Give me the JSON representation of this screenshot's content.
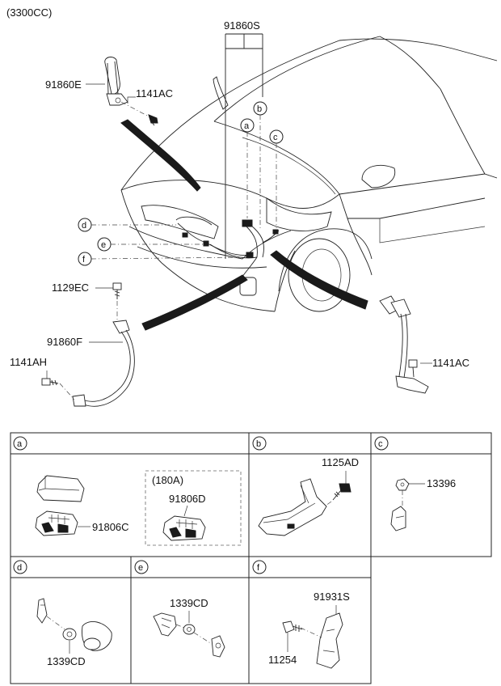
{
  "header": {
    "engine_label": "(3300CC)"
  },
  "callouts": {
    "harness_main": "91860S",
    "cable_top": "91860E",
    "bolt_top": "1141AC",
    "bolt_left": "1129EC",
    "cable_left": "91860F",
    "bolt_left_lower": "1141AH",
    "bolt_right": "1141AC"
  },
  "letters": [
    "a",
    "b",
    "c",
    "d",
    "e",
    "f"
  ],
  "panels": {
    "a": {
      "letter": "a",
      "part_main": "91806C",
      "option_label": "(180A)",
      "option_part": "91806D"
    },
    "b": {
      "letter": "b",
      "part": "1125AD"
    },
    "c": {
      "letter": "c",
      "part": "13396"
    },
    "d": {
      "letter": "d",
      "part": "1339CD"
    },
    "e": {
      "letter": "e",
      "part": "1339CD"
    },
    "f": {
      "letter": "f",
      "part_bracket": "91931S",
      "part_bolt": "11254"
    }
  }
}
